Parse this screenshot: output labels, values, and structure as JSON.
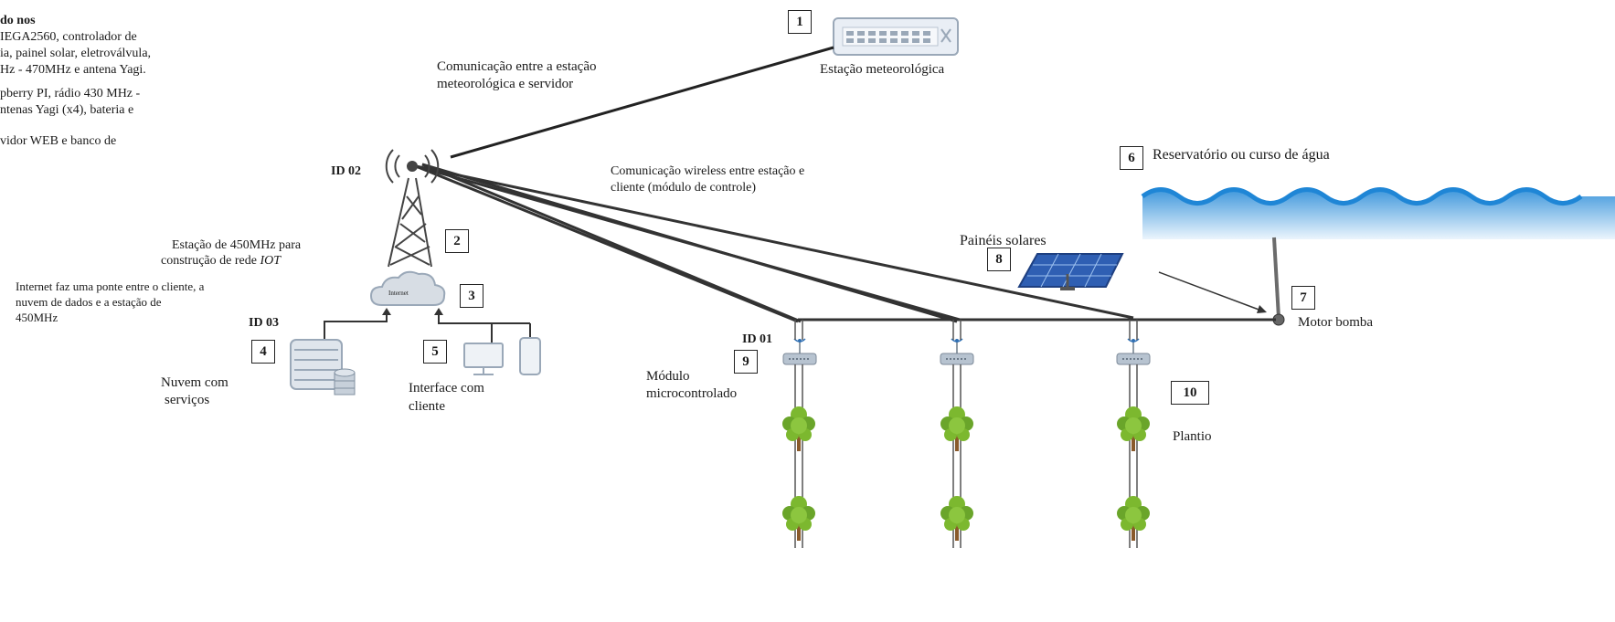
{
  "legend": {
    "heading": "do nos",
    "lines": [
      "IEGA2560, controlador de",
      "ia, painel solar, eletroválvula,",
      "Hz - 470MHz e antena Yagi.",
      "pberry PI, rádio 430 MHz -",
      "ntenas Yagi (x4), bateria e",
      "vidor WEB e banco de"
    ]
  },
  "labels": {
    "comm_station_server_1": "Comunicação entre a estação",
    "comm_station_server_2": "meteorológica e servidor",
    "weather_station": "Estação meteorológica",
    "comm_wireless_1": "Comunicação wireless entre estação e",
    "comm_wireless_2": "cliente (módulo de controle)",
    "reservoir": "Reservatório ou curso de água",
    "id02": "ID 02",
    "station_450_1": "Estação de 450MHz para",
    "station_450_2_pre": "construção de rede ",
    "station_450_2_em": "IOT",
    "solar_panels": "Painéis solares",
    "internet_1": "Internet faz uma ponte entre o cliente, a",
    "internet_2": "nuvem de dados e a estação de",
    "internet_3": "450MHz",
    "cloud_text": "Internet",
    "id03": "ID 03",
    "id01": "ID 01",
    "cloud_services_1": "Nuvem com",
    "cloud_services_2": "serviços",
    "client_interface_1": "Interface com",
    "client_interface_2": "cliente",
    "module_1": "Módulo",
    "module_2": "microcontrolado",
    "motor_pump": "Motor bomba",
    "planting": "Plantio"
  },
  "numbers": [
    "1",
    "2",
    "3",
    "4",
    "5",
    "6",
    "7",
    "8",
    "9",
    "10"
  ],
  "colors": {
    "water": "#1f86d6",
    "water_light": "#cfe6f8",
    "tree_canopy": "#7cb82f",
    "tree_trunk": "#8a5a2b",
    "equipment": "#9aa8b8",
    "solar_panel": "#2f5fb3"
  }
}
